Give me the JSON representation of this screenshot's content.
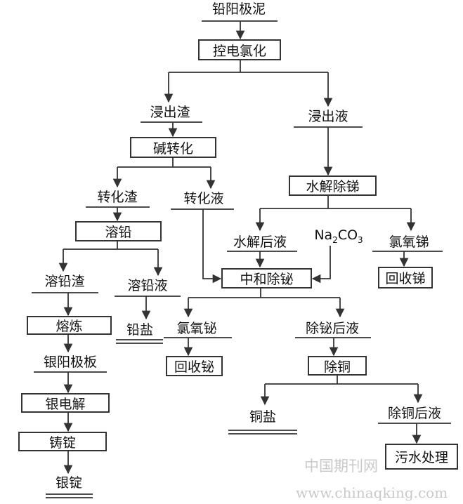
{
  "nodes": {
    "lead_anode_slime": "铅阳极泥",
    "controlled_chlorination": "控电氯化",
    "leach_residue": "浸出渣",
    "leach_solution": "浸出液",
    "alkali_conversion": "碱转化",
    "hydrolysis_antimony_removal": "水解除锑",
    "converted_residue": "转化渣",
    "converted_solution": "转化液",
    "lead_dissolution": "溶铅",
    "post_hydrolysis_solution": "水解后液",
    "sodium_carbonate": "Na",
    "sodium_carbonate_sub2": "2",
    "sodium_carbonate_co": "CO",
    "sodium_carbonate_sub3": "3",
    "antimony_oxychloride": "氯氧锑",
    "neutralize_bismuth_removal": "中和除铋",
    "recover_antimony": "回收锑",
    "lead_dissolution_residue": "溶铅渣",
    "lead_dissolution_solution": "溶铅液",
    "smelting": "熔炼",
    "lead_salt": "铅盐",
    "bismuth_oxychloride": "氯氧铋",
    "post_bismuth_solution": "除铋后液",
    "silver_anode_plate": "银阳极板",
    "recover_bismuth": "回收铋",
    "copper_removal": "除铜",
    "silver_electrolysis": "银电解",
    "copper_salt": "铜盐",
    "post_copper_solution": "除铜后液",
    "casting_ingot": "铸锭",
    "wastewater_treatment": "污水处理",
    "silver_ingot": "银锭"
  },
  "watermark": {
    "cn": "中国期刊网",
    "url": "www.chinaqking.com"
  },
  "colors": {
    "line": "#333333",
    "text": "#111111",
    "watermark": "#c9c9c9"
  }
}
